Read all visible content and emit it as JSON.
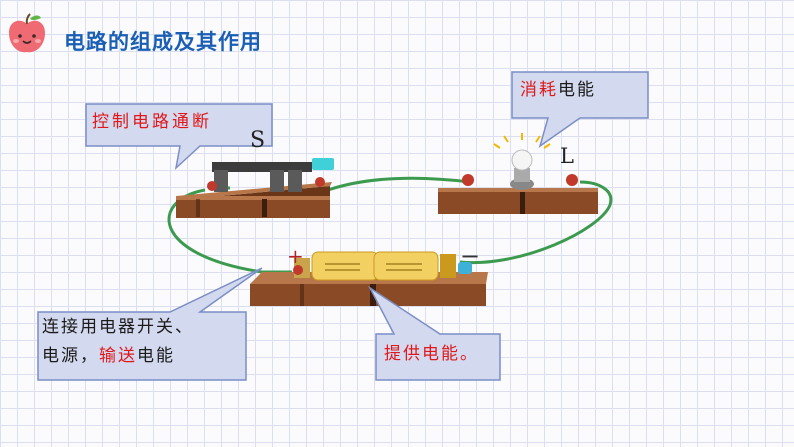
{
  "header": {
    "title": "电路的组成及其作用"
  },
  "callouts": {
    "switch": "控制电路通断",
    "bulb_red": "消耗",
    "bulb_rest": "电能",
    "wire_line1": "连接用电器开关、",
    "wire_line2_a": "电源，",
    "wire_line2_red": "输送",
    "wire_line2_b": "电能",
    "battery": "提供电能。"
  },
  "labels": {
    "switch": "S",
    "lamp": "L",
    "plus": "+",
    "minus": "−"
  },
  "colors": {
    "title": "#1a5fb4",
    "callout_fill": "#d3d9ee",
    "callout_border": "#7b8ec5",
    "highlight": "#e0181b",
    "wood": "#8a4a26",
    "wire": "#3c9a4e"
  }
}
